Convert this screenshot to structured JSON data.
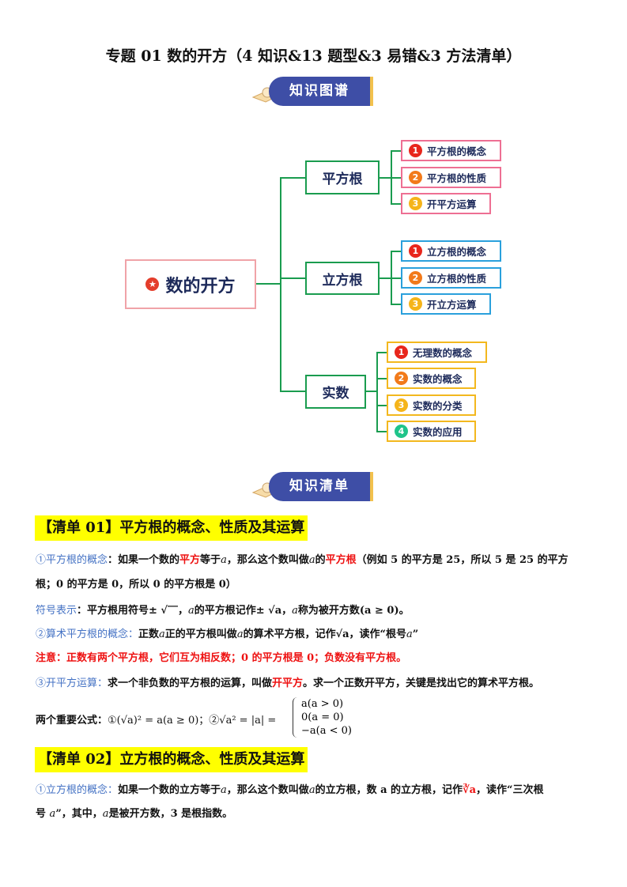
{
  "title": "专题 01  数的开方（4 知识&13 题型&3 易错&3 方法清单）",
  "banner1": "知识图谱",
  "banner2": "知识清单",
  "mindmap": {
    "root": "数的开方",
    "branches": [
      {
        "label": "平方根",
        "leaves": [
          "平方根的概念",
          "平方根的性质",
          "开平方运算"
        ]
      },
      {
        "label": "立方根",
        "leaves": [
          "立方根的概念",
          "立方根的性质",
          "开立方运算"
        ]
      },
      {
        "label": "实数",
        "leaves": [
          "无理数的概念",
          "实数的概念",
          "实数的分类",
          "实数的应用"
        ]
      }
    ],
    "numbers": [
      "1",
      "2",
      "3",
      "4"
    ],
    "colors": {
      "line": "#1a9c4f",
      "pink": "#ee6f93",
      "blue": "#2aa0dc",
      "gold": "#f3b81e"
    }
  },
  "s1": {
    "heading": "【清单 01】平方根的概念、性质及其运算",
    "l1a": "①平方根的概念",
    "l1b": "：如果一个数的",
    "l1c": "平方",
    "l1d": "等于",
    "a": "a",
    "l1e": "，那么这个数叫做",
    "l1f": "的",
    "l1g": "平方根",
    "l1h": "（例如 5 的平方是 25，所以 5 是 25 的平方",
    "l2": "根；0 的平方是 0，所以 0 的平方根是 0）",
    "l3a": "符号表示",
    "l3b": "：平方根用符号± √‾‾，",
    "l3c": "的平方根记作± √a，",
    "l3d": "称为被开方数(a ≥ 0)。",
    "l4a": "②算术平方根的概念：",
    "l4b": "正数",
    "l4c": "正的平方根叫做",
    "l4d": "的算术平方根，记作√a，读作“根号",
    "l4e": "”",
    "l5": "注意：正数有两个平方根，它们互为相反数；0 的平方根是 0；负数没有平方根。",
    "l6a": "③开平方运算：",
    "l6b": "求一个非负数的平方根的运算，叫做",
    "l6c": "开平方",
    "l6d": "。求一个正数开平方，关键是找出它的算术平方根。",
    "l7a": "两个重要公式：",
    "l7b": "①(√a)² = a(a ≥ 0)；②√a² = |a| =",
    "cases": [
      "a(a > 0)",
      "0(a = 0)",
      "−a(a < 0)"
    ]
  },
  "s2": {
    "heading": "【清单 02】立方根的概念、性质及其运算",
    "l1a": "①立方根的概念：",
    "l1b": "如果一个数的立方等于",
    "l1c": "，那么这个数叫做",
    "l1d": "的立方根，数 a 的立方根，记作",
    "l1e": "∛a",
    "l1f": "，读作“三次根",
    "l2a": "号",
    "l2b": "”，其中，",
    "l2c": "是被开方数，3 是根指数。"
  }
}
